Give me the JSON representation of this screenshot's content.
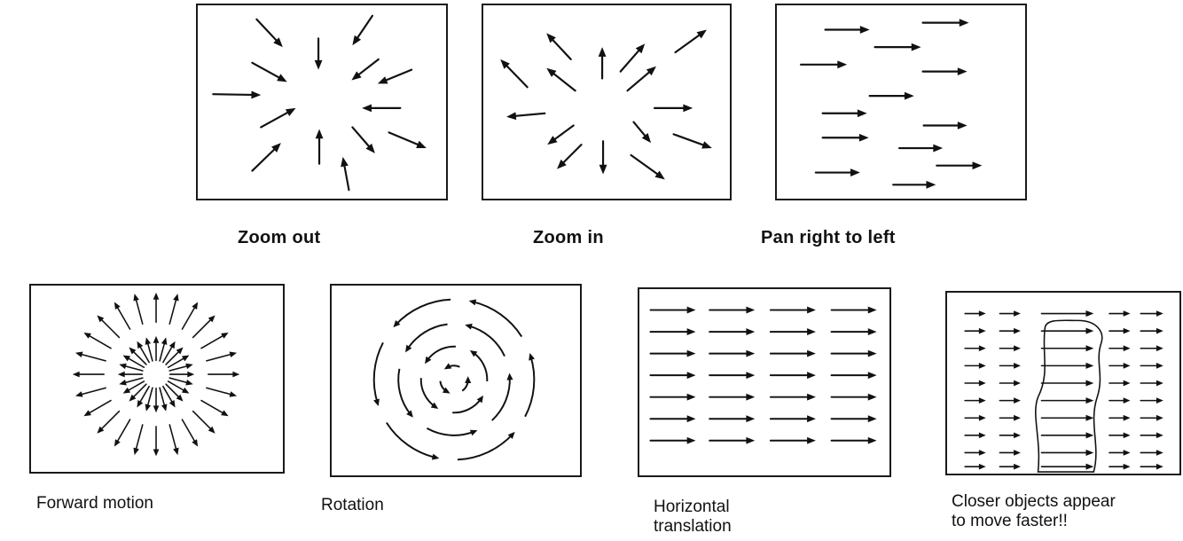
{
  "diagram": {
    "top_row": [
      {
        "id": "zoom-out",
        "caption": "Zoom out"
      },
      {
        "id": "zoom-in",
        "caption": "Zoom in"
      },
      {
        "id": "pan-right-to-left",
        "caption": "Pan right to left"
      }
    ],
    "bottom_row": [
      {
        "id": "forward-motion",
        "caption": "Forward motion"
      },
      {
        "id": "rotation",
        "caption": "Rotation"
      },
      {
        "id": "horizontal-translation",
        "caption_lines": [
          "Horizontal",
          "translation"
        ]
      },
      {
        "id": "closer-objects",
        "caption_lines": [
          "Closer objects appear",
          "to move faster!!"
        ]
      }
    ],
    "colors": {
      "ink": "#111111",
      "frame": "#1a1a1a",
      "background": "#ffffff"
    }
  }
}
